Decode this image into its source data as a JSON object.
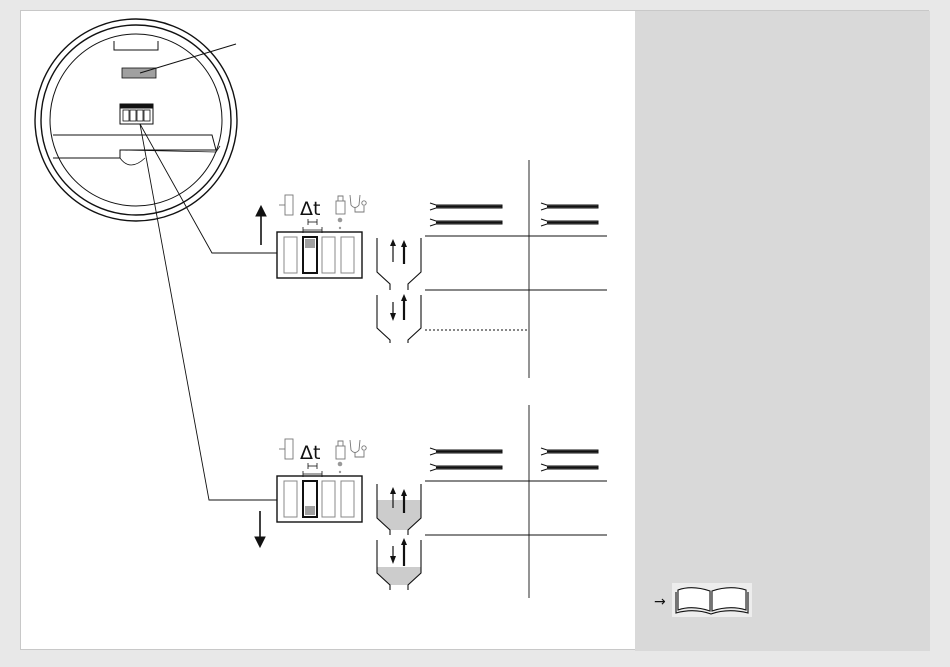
{
  "figure": {
    "upper_panel": {
      "setting": "up",
      "switch_position": "top"
    },
    "lower_panel": {
      "setting": "down",
      "switch_position": "bottom"
    },
    "delay_symbol": "Δt",
    "book_reference": {
      "arrow": "→",
      "icon": "open-book-icon"
    },
    "colors": {
      "switch_fill": "#a0a0a0",
      "sidebar_bg": "#d9d9d9",
      "liquid": "#cccccc",
      "line": "#111111"
    }
  }
}
